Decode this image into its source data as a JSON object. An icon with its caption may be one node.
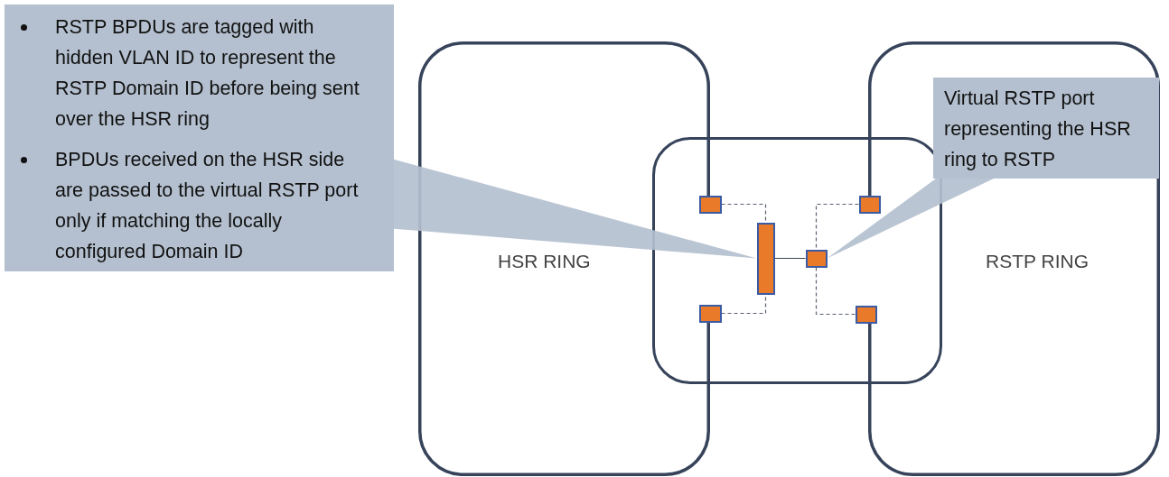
{
  "diagram": {
    "nodes": [
      {
        "text": [
          "HSR RING"
        ]
      },
      {
        "text": [
          "RSTP RING"
        ]
      },
      {
        "text": [],
        "shape": "box"
      },
      {
        "text": [],
        "shape": "box",
        "in": 2
      },
      {
        "text": [],
        "shape": "box",
        "in": 2
      },
      {
        "text": [],
        "shape": "bar",
        "in": 2
      },
      {
        "text": [],
        "shape": "box",
        "in": 2
      },
      {
        "text": [],
        "shape": "box",
        "in": 2
      },
      {
        "text": [],
        "shape": "box",
        "in": 2
      },
      {
        "text": [
          "RSTP BPDUs  are tagged with hidden VLAN ID to represent the RSTP Domain ID  before being sent over the HSR ring",
          "BPDUs received on the HSR side are passed to the virtual RSTP port only if matching the locally configured Domain ID"
        ]
      },
      {
        "text": [
          "Virtual RSTP port representing the HSR ring to RSTP"
        ],
        "in": 1
      }
    ],
    "edges": [
      {
        "from": 3,
        "to": 5,
        "arrow": "none",
        "style": "dashed"
      },
      {
        "from": 4,
        "to": 5,
        "arrow": "none",
        "style": "dashed"
      },
      {
        "from": 7,
        "to": 6,
        "arrow": "none",
        "style": "dashed"
      },
      {
        "from": 8,
        "to": 6,
        "arrow": "none",
        "style": "dashed"
      },
      {
        "from": 5,
        "to": 6,
        "arrow": "none"
      },
      {
        "from": 9,
        "to": 5,
        "arrow": "none",
        "color": "#b4c0cf"
      },
      {
        "from": 10,
        "to": 6,
        "arrow": "none",
        "color": "#b4c0cf"
      }
    ]
  }
}
